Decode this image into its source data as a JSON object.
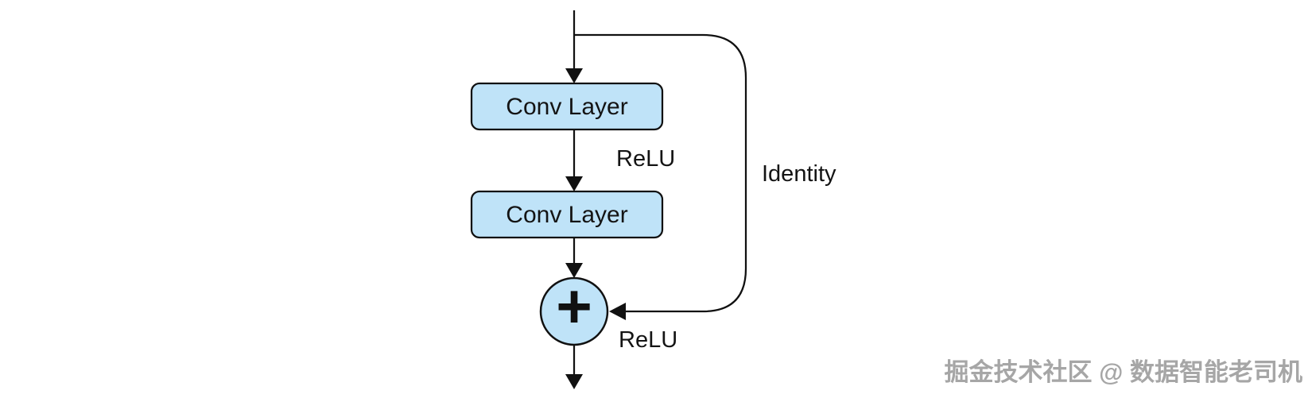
{
  "diagram": {
    "nodes": [
      {
        "id": "conv1",
        "label": "Conv Layer"
      },
      {
        "id": "conv2",
        "label": "Conv Layer"
      },
      {
        "id": "sum",
        "label": "+"
      }
    ],
    "edge_labels": {
      "relu_top": "ReLU",
      "relu_bottom": "ReLU",
      "identity": "Identity"
    },
    "colors": {
      "node_fill": "#bfe3f8",
      "stroke": "#111111",
      "text": "#141414",
      "watermark": "#a6a6a6"
    },
    "watermark": "掘金技术社区 @ 数据智能老司机"
  }
}
